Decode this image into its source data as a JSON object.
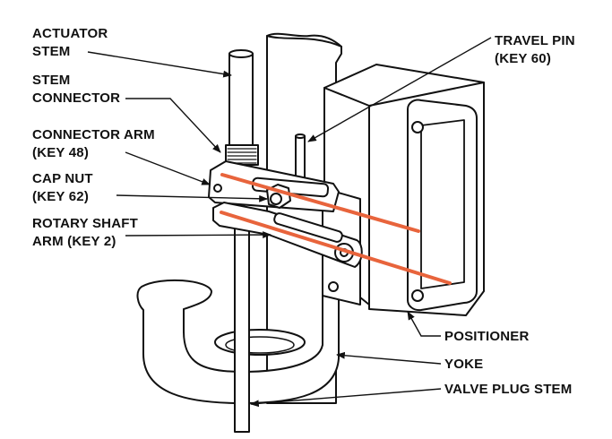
{
  "labels": {
    "actuator_stem": [
      "ACTUATOR",
      "STEM"
    ],
    "stem_connector": [
      "STEM",
      "CONNECTOR"
    ],
    "connector_arm": [
      "CONNECTOR ARM",
      "(KEY 48)"
    ],
    "cap_nut": [
      "CAP NUT",
      "(KEY 62)"
    ],
    "rotary_shaft_arm": [
      "ROTARY SHAFT",
      "ARM (KEY 2)"
    ],
    "travel_pin": [
      "TRAVEL PIN",
      "(KEY 60)"
    ],
    "positioner": "POSITIONER",
    "yoke": "YOKE",
    "valve_plug_stem": "VALVE PLUG STEM"
  },
  "colors": {
    "line": "#111111",
    "highlight": "#e8643c"
  }
}
